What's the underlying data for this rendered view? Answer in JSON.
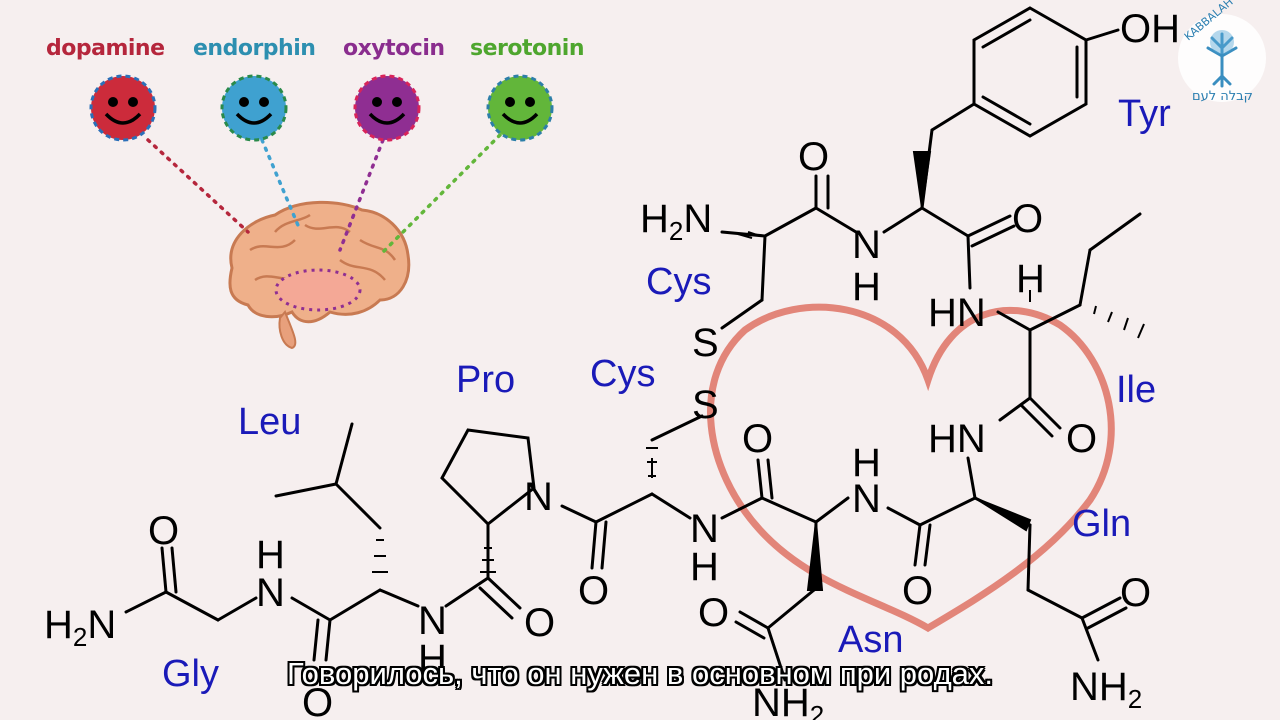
{
  "hormones": [
    {
      "name": "dopamine",
      "color": "#b5263c",
      "face_color": "#cc2b3b",
      "border_color": "#2b6fb8"
    },
    {
      "name": "endorphin",
      "color": "#2d8fb0",
      "face_color": "#3fa1d0",
      "border_color": "#2a8a4a"
    },
    {
      "name": "oxytocin",
      "color": "#8a2d8e",
      "face_color": "#8f2e92",
      "border_color": "#d8245a"
    },
    {
      "name": "serotonin",
      "color": "#4ea62e",
      "face_color": "#62b63a",
      "border_color": "#2d7fa8"
    }
  ],
  "amino_acids": {
    "tyr": "Tyr",
    "cys1": "Cys",
    "cys2": "Cys",
    "ile": "Ile",
    "pro": "Pro",
    "leu": "Leu",
    "gln": "Gln",
    "asn": "Asn",
    "gly": "Gly"
  },
  "atoms": {
    "oh": "OH",
    "h2n": "H2N",
    "nh2": "NH2",
    "o": "O",
    "n": "N",
    "h": "H",
    "hn": "HN",
    "s": "S"
  },
  "logo": {
    "text_latin": "KABBALAH LA'AM",
    "text_hebrew": "קבלה לעם"
  },
  "subtitle": "Говорилось, что он нужен в основном при родах.",
  "colors": {
    "label_blue": "#1a1ab8",
    "heart": "#e0796b",
    "bond": "#000000"
  }
}
